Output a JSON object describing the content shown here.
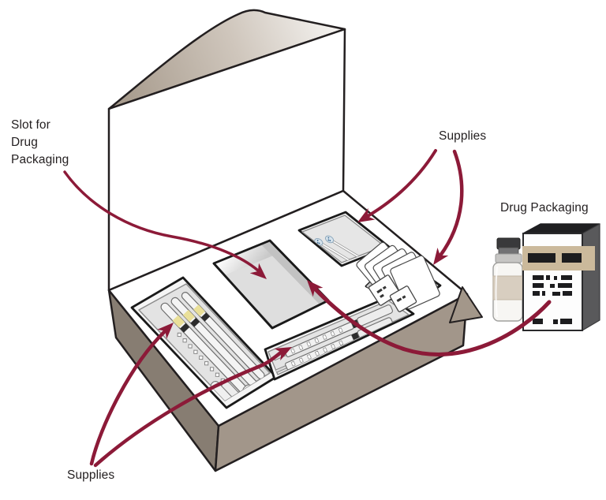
{
  "labels": {
    "slot_line1": "Slot for",
    "slot_line2": "Drug",
    "slot_line3": "Packaging",
    "supplies_top": "Supplies",
    "drug_packaging": "Drug Packaging",
    "supplies_bottom": "Supplies"
  },
  "colors": {
    "arrow": "#8C1A38",
    "box_side_left": "#877D72",
    "box_side_right": "#A2968A",
    "corner_wedge": "#A3978A",
    "lid_flap_dark": "#A89C8E",
    "tray_fill": "#F3F3F3",
    "tray_inner": "#E3E3E3",
    "band_tan": "#CBB99B",
    "vial_label": "#D8CEC0",
    "swab_tip_blue": "#D7E3EC",
    "syringe_band_yellow": "#EAE09A",
    "ink_black": "#1C1C1E",
    "outline": "#231F20"
  }
}
